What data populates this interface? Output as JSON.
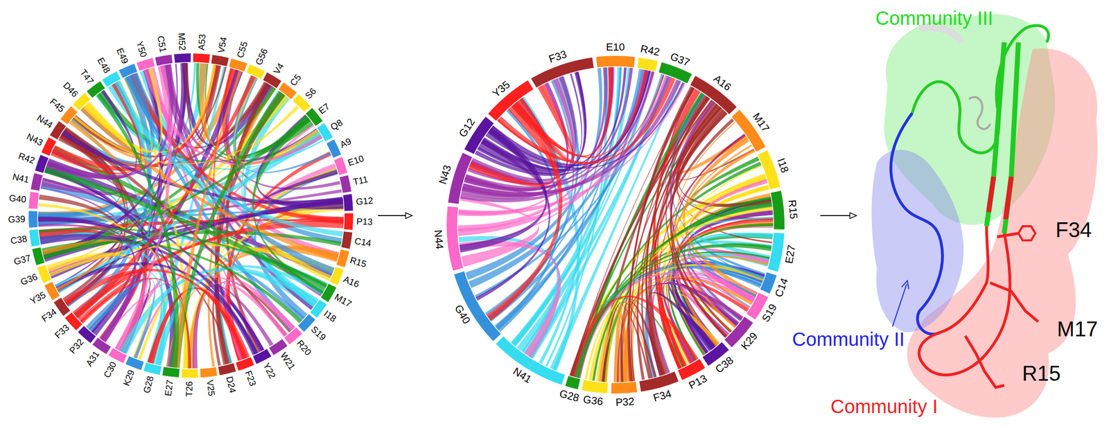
{
  "diagram": {
    "labels": [
      "M52",
      "A53",
      "V54",
      "C55",
      "G56",
      "V4",
      "C5",
      "S6",
      "E7",
      "Q8",
      "A9",
      "E10",
      "T11",
      "G12",
      "P13",
      "C14",
      "R15",
      "A16",
      "M17",
      "I18",
      "S19",
      "R20",
      "W21",
      "Y22",
      "F23",
      "D24",
      "V25",
      "T26",
      "E27",
      "G28",
      "K29",
      "C30",
      "A31",
      "P32",
      "F33",
      "F34",
      "Y35",
      "G36",
      "G37",
      "C38",
      "G39",
      "G40",
      "N41",
      "R42",
      "N43",
      "N44",
      "F45",
      "D46",
      "T47",
      "E48",
      "E49",
      "Y50",
      "C51",
      "F33",
      "E10",
      "R42",
      "G37",
      "A16",
      "M17",
      "I18",
      "R15",
      "E27",
      "C14",
      "S19",
      "K29",
      "C38",
      "P13",
      "F34",
      "P32",
      "G36",
      "G28",
      "N41",
      "G40",
      "N44",
      "N43",
      "G12",
      "Y35",
      "Community III",
      "Community II",
      "Community I",
      "F34",
      "M17",
      "R15"
    ]
  }
}
